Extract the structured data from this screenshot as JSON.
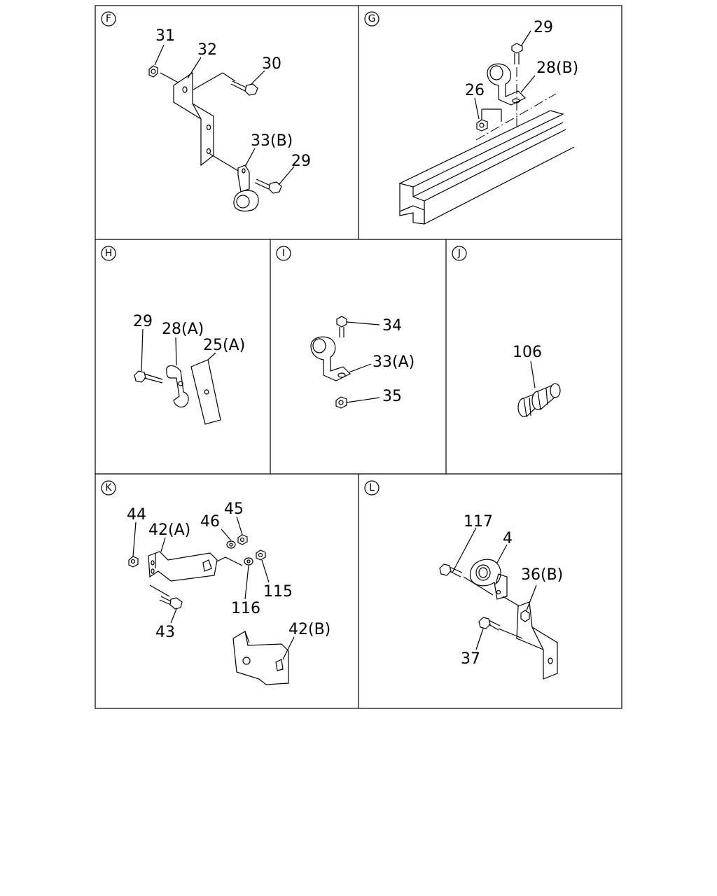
{
  "panels": [
    {
      "id": "F",
      "labels": [
        "31",
        "32",
        "30",
        "33(B)",
        "29"
      ]
    },
    {
      "id": "G",
      "labels": [
        "29",
        "28(B)",
        "26"
      ]
    },
    {
      "id": "H",
      "labels": [
        "29",
        "28(A)",
        "25(A)"
      ]
    },
    {
      "id": "I",
      "labels": [
        "34",
        "33(A)",
        "35"
      ]
    },
    {
      "id": "J",
      "labels": [
        "106"
      ]
    },
    {
      "id": "K",
      "labels": [
        "44",
        "42(A)",
        "46",
        "45",
        "115",
        "116",
        "43",
        "42(B)"
      ]
    },
    {
      "id": "L",
      "labels": [
        "117",
        "4",
        "36(B)",
        "37"
      ]
    }
  ]
}
